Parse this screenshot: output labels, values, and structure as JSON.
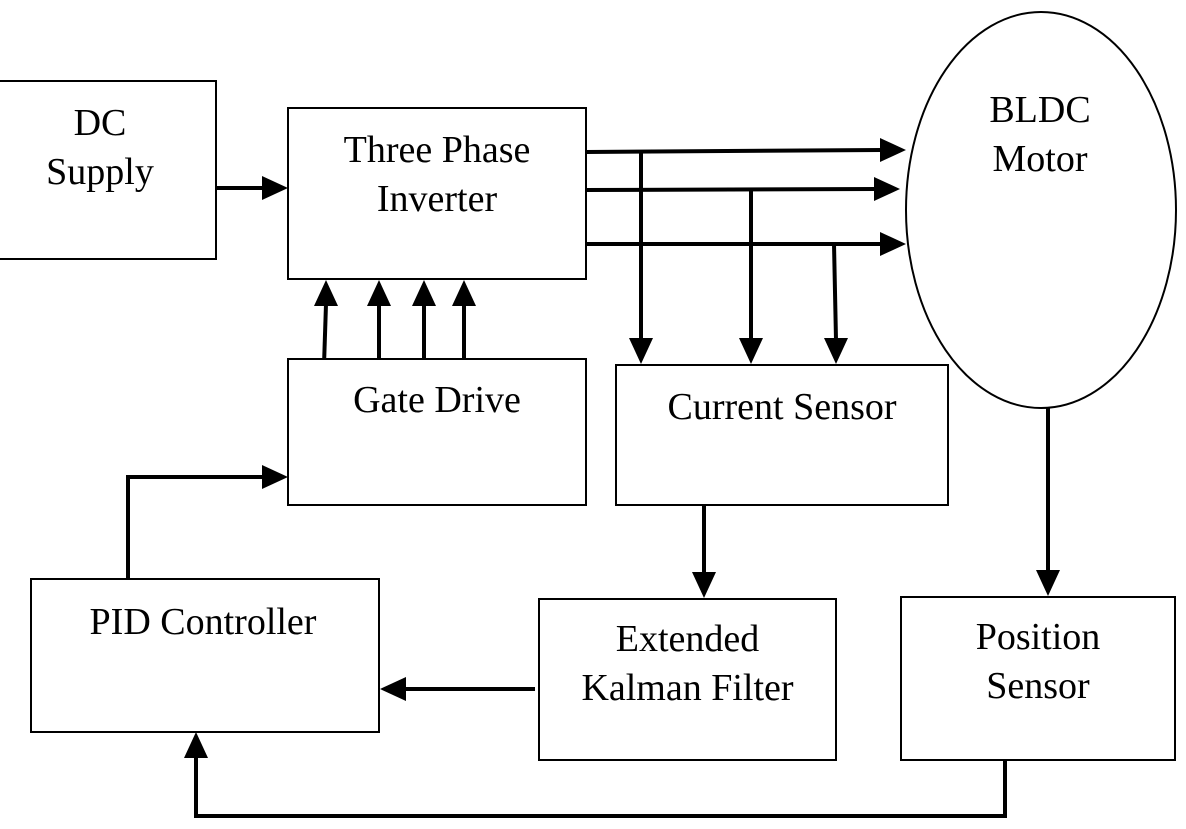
{
  "blocks": {
    "dc_supply": {
      "line1": "DC",
      "line2": "Supply"
    },
    "inverter": {
      "line1": "Three Phase",
      "line2": "Inverter"
    },
    "motor": {
      "line1": "BLDC",
      "line2": "Motor"
    },
    "gate_drive": {
      "line1": "Gate Drive"
    },
    "current_sensor": {
      "line1": "Current Sensor"
    },
    "pid": {
      "line1": "PID Controller"
    },
    "ekf": {
      "line1": "Extended",
      "line2": "Kalman Filter"
    },
    "position_sensor": {
      "line1": "Position",
      "line2": "Sensor"
    }
  },
  "connections": [
    {
      "from": "DC Supply",
      "to": "Three Phase Inverter"
    },
    {
      "from": "Three Phase Inverter",
      "to": "BLDC Motor",
      "count": 3
    },
    {
      "from": "Gate Drive",
      "to": "Three Phase Inverter",
      "count": 4
    },
    {
      "from": "Three Phase Inverter",
      "to": "Current Sensor",
      "count": 3
    },
    {
      "from": "Current Sensor",
      "to": "Extended Kalman Filter"
    },
    {
      "from": "Extended Kalman Filter",
      "to": "PID Controller"
    },
    {
      "from": "PID Controller",
      "to": "Gate Drive"
    },
    {
      "from": "BLDC Motor",
      "to": "Position Sensor"
    },
    {
      "from": "Position Sensor",
      "to": "PID Controller"
    }
  ]
}
